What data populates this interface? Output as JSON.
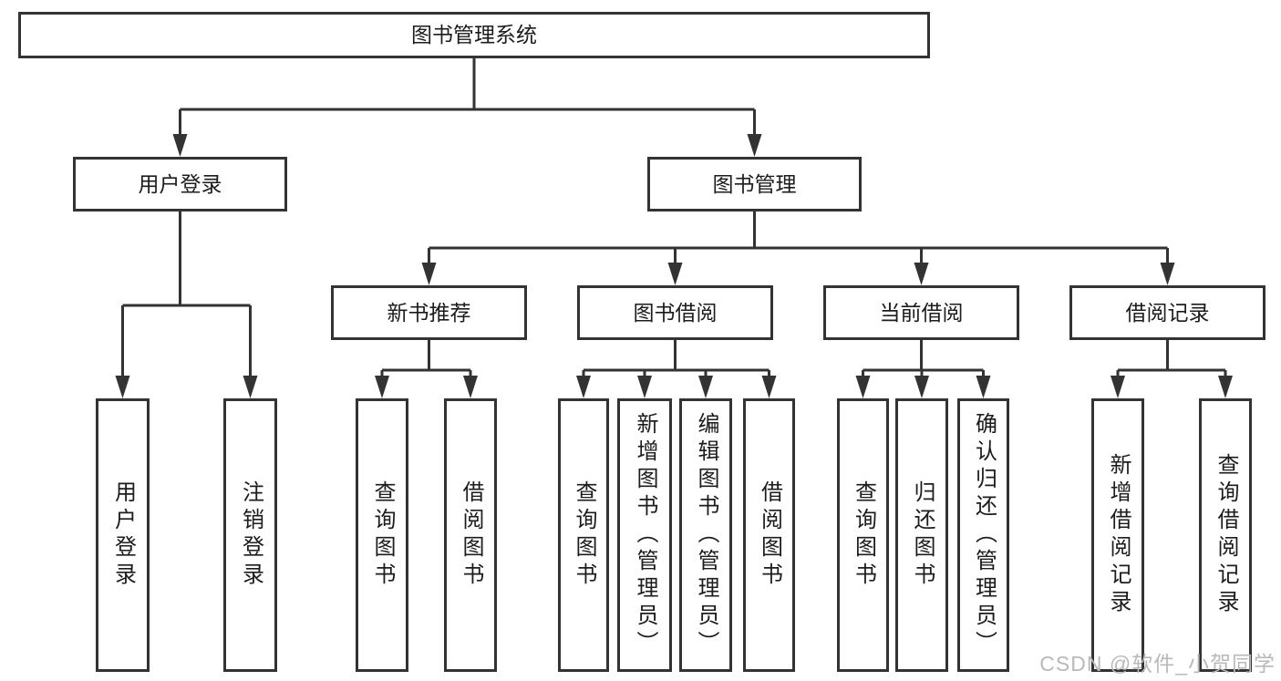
{
  "diagram": {
    "root": {
      "label": "图书管理系统"
    },
    "level2": [
      {
        "label": "用户登录"
      },
      {
        "label": "图书管理"
      }
    ],
    "level3": [
      {
        "label": "新书推荐"
      },
      {
        "label": "图书借阅"
      },
      {
        "label": "当前借阅"
      },
      {
        "label": "借阅记录"
      }
    ],
    "leaves": {
      "user_login": [
        "用户登录",
        "注销登录"
      ],
      "new_books": [
        "查询图书",
        "借阅图书"
      ],
      "borrowing": [
        "查询图书",
        "新增图书（管理员）",
        "编辑图书（管理员）",
        "借阅图书"
      ],
      "current": [
        "查询图书",
        "归还图书",
        "确认归还（管理员）"
      ],
      "records": [
        "新增借阅记录",
        "查询借阅记录"
      ]
    }
  },
  "watermark": "CSDN @软件_小贺同学",
  "colors": {
    "line": "#333333",
    "text": "#1c1c1c",
    "background": "#ffffff",
    "watermark": "#b9b9b9"
  }
}
